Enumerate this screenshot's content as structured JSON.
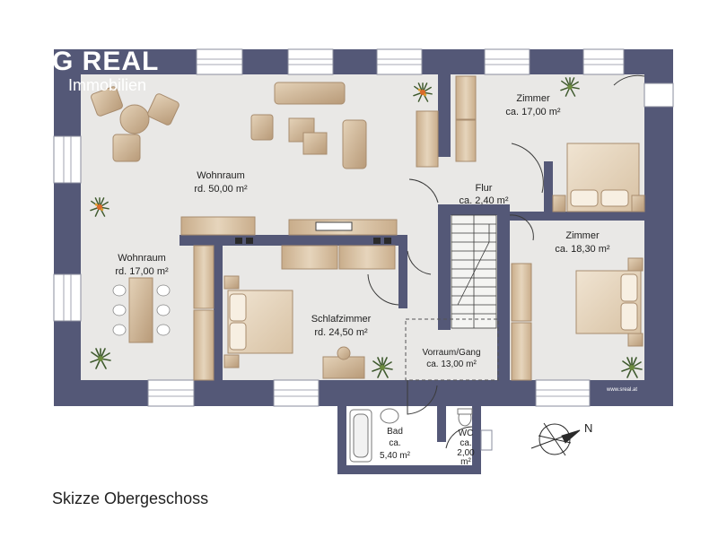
{
  "logo": {
    "brand": "G REAL",
    "sub": "Immobilien"
  },
  "watermark": "www.sreal.at",
  "caption": "Skizze Obergeschoss",
  "compass": {
    "letter": "N"
  },
  "rooms": {
    "wohnraum_main": {
      "name": "Wohnraum",
      "area": "rd. 50,00 m²"
    },
    "zimmer_top": {
      "name": "Zimmer",
      "area": "ca. 17,00 m²"
    },
    "flur": {
      "name": "Flur",
      "area": "ca. 2,40 m²"
    },
    "zimmer_right": {
      "name": "Zimmer",
      "area": "ca. 18,30 m²"
    },
    "wohnraum_left": {
      "name": "Wohnraum",
      "area": "rd. 17,00 m²"
    },
    "schlafzimmer": {
      "name": "Schlafzimmer",
      "area": "rd. 24,50 m²"
    },
    "vorraum": {
      "name": "Vorraum/Gang",
      "area": "ca. 13,00 m²"
    },
    "bad": {
      "name": "Bad",
      "l2": "ca.",
      "area": "5,40 m²"
    },
    "wc": {
      "name": "WC",
      "l2": "ca.",
      "l3": "2,00",
      "l4": "m²"
    }
  },
  "colors": {
    "wall": "#545877",
    "floor": "#e9e8e6",
    "furniture": "#d2bca0",
    "furniture_edge": "#a88c6e",
    "plant": "#4c6a3a"
  }
}
